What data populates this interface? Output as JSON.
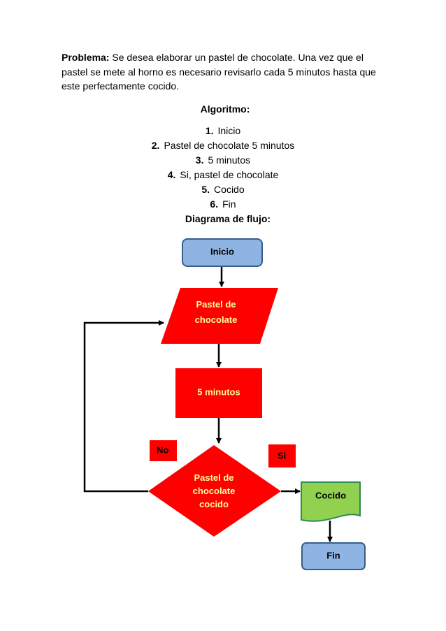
{
  "problem": {
    "label": "Problema:",
    "text": " Se desea elaborar un pastel de chocolate. Una vez que el pastel se mete al horno es necesario revisarlo cada 5 minutos hasta que este perfectamente cocido."
  },
  "algorithm": {
    "title": "Algoritmo:",
    "steps": [
      {
        "num": "1.",
        "text": "Inicio"
      },
      {
        "num": "2.",
        "text": "Pastel de chocolate 5 minutos"
      },
      {
        "num": "3.",
        "text": "5 minutos"
      },
      {
        "num": "4.",
        "text": "Si, pastel de chocolate"
      },
      {
        "num": "5.",
        "text": "Cocido"
      },
      {
        "num": "6.",
        "text": "Fin"
      }
    ]
  },
  "diagram": {
    "title": "Diagrama de flujo:",
    "nodes": {
      "inicio": "Inicio",
      "input_line1": "Pastel de",
      "input_line2": "chocolate",
      "process": "5 minutos",
      "decision_line1": "Pastel de",
      "decision_line2": "chocolate",
      "decision_line3": "cocido",
      "cocido": "Cocido",
      "fin": "Fin",
      "no_label": "No",
      "si_label": "Si"
    },
    "colors": {
      "terminal": "#8eb4e3",
      "red": "#ff0000",
      "document": "#92d050",
      "text_on_red": "#ffff99"
    }
  }
}
